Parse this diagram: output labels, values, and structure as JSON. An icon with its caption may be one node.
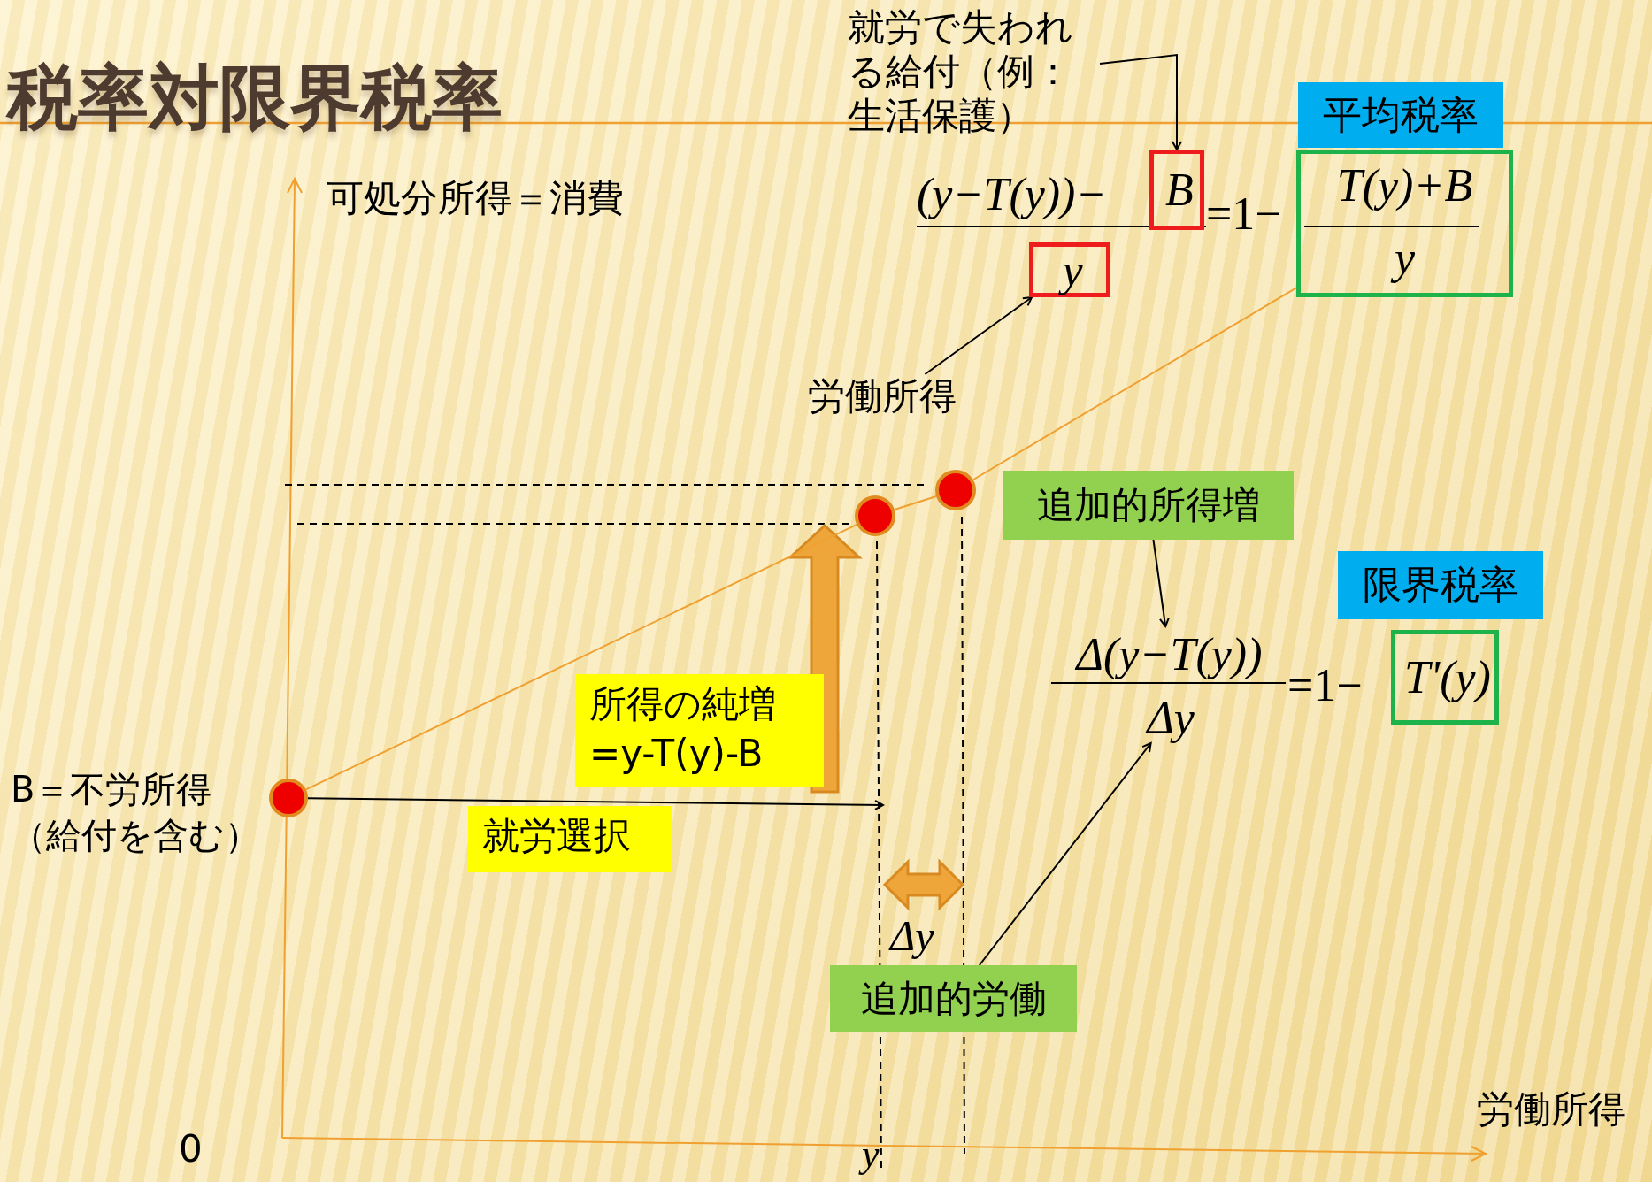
{
  "diagram": {
    "title": "税率対限界税率",
    "nodes": [
      {
        "text": [
          "就労で失われる給付（例：生活保護）"
        ]
      },
      {
        "text": [
          "B"
        ]
      },
      {
        "text": [
          "y"
        ]
      },
      {
        "text": [
          "T(y)+B",
          "y"
        ]
      },
      {
        "text": [
          "平均税率"
        ]
      },
      {
        "text": [
          "労働所得"
        ]
      },
      {
        "text": [
          "追加的所得増"
        ]
      },
      {
        "text": [
          "Δ(y−T(y))"
        ]
      },
      {
        "text": [
          "Δy"
        ]
      },
      {
        "text": [
          "T'(y)"
        ]
      },
      {
        "text": [
          "限界税率"
        ]
      },
      {
        "text": [
          "追加的労働"
        ]
      },
      {
        "text": [],
        "shape": "circle",
        "beside": [
          "B＝不労所得（給付を含む）"
        ]
      },
      {
        "text": [],
        "shape": "circle"
      },
      {
        "text": [],
        "shape": "circle"
      },
      {
        "text": [
          "所得の純増 =y-T(y)-B"
        ]
      },
      {
        "text": [
          "就労選択"
        ]
      }
    ],
    "edges": [
      {
        "from": 0,
        "to": 1,
        "arrow": "to"
      },
      {
        "from": 5,
        "to": 2,
        "arrow": "to"
      },
      {
        "from": 6,
        "to": 7,
        "arrow": "to"
      },
      {
        "from": 11,
        "to": 8,
        "arrow": "to"
      },
      {
        "from": 12,
        "to": null,
        "arrow": "to"
      },
      {
        "from": 12,
        "to": 13,
        "arrow": "none",
        "color": "#f0a030"
      },
      {
        "from": 13,
        "to": 14,
        "arrow": "none",
        "color": "#f0a030"
      },
      {
        "from": 14,
        "to": 3,
        "arrow": "none",
        "color": "#f0a030"
      }
    ],
    "labels": [
      "可処分所得＝消費",
      "(y−T(y))−",
      "=1−",
      "=1−",
      "Δy",
      "労働所得",
      "0",
      "y"
    ]
  }
}
